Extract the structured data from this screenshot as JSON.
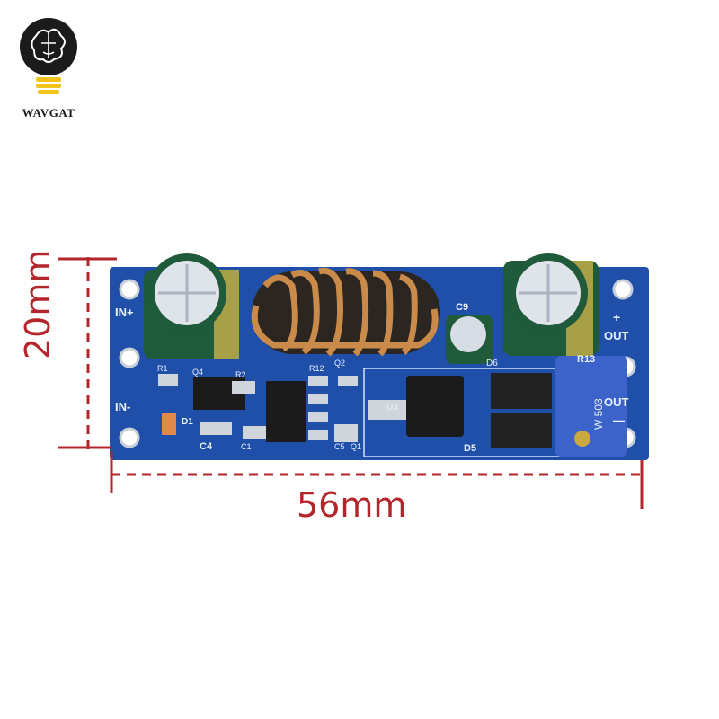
{
  "brand": {
    "name": "WAVGAT"
  },
  "dimensions": {
    "width_label": "56mm",
    "height_label": "20mm"
  },
  "board_labels": {
    "in_plus": "IN+",
    "in_minus": "IN-",
    "out_plus_sign": "+",
    "out_plus": "OUT",
    "out_minus": "OUT",
    "out_minus_sign": "—",
    "c9": "C9",
    "r13": "R13",
    "r1": "R1",
    "q4": "Q4",
    "r2": "R2",
    "r12": "R12",
    "q2": "Q2",
    "d6": "D6",
    "d1": "D1",
    "c4": "C4",
    "c1": "C1",
    "c5": "C5",
    "q1": "Q1",
    "d5": "D5",
    "u3": "U3",
    "pot_code": "W 503"
  },
  "colors": {
    "pcb": "#1f4fa8",
    "copper": "#c98a4a",
    "capacitor_body": "#1f5a3a",
    "dimension_line": "#b3262c"
  }
}
